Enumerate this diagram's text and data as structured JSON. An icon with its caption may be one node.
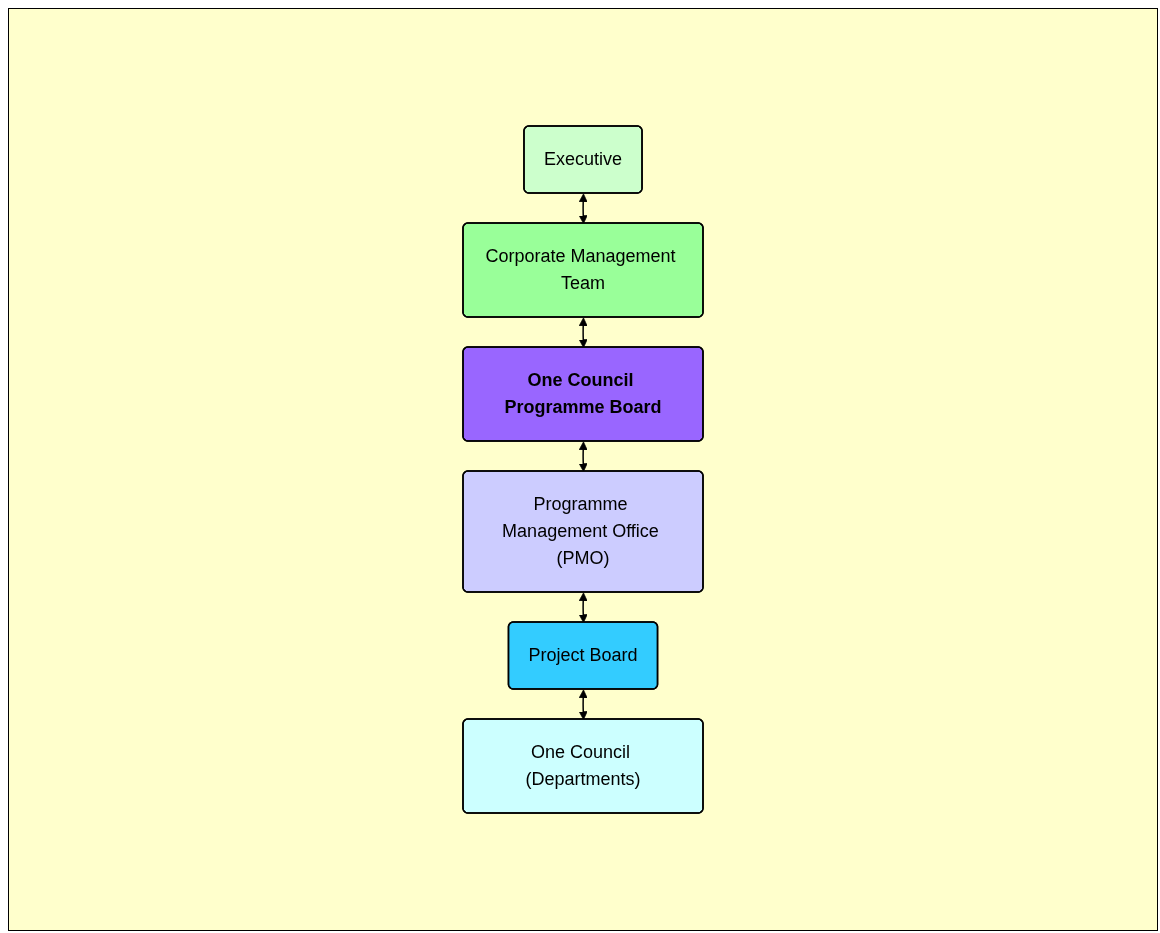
{
  "diagram": {
    "nodes": [
      {
        "text": [
          "Executive"
        ]
      },
      {
        "text": [
          "Corporate Management Team"
        ]
      },
      {
        "text": [
          "One Council Programme Board"
        ]
      },
      {
        "text": [
          "Programme Management Office (PMO)"
        ]
      },
      {
        "text": [
          "Project Board"
        ]
      },
      {
        "text": [
          "One Council (Departments)"
        ]
      }
    ],
    "edges": [
      {
        "from": 0,
        "to": 1,
        "arrow": "both"
      },
      {
        "from": 1,
        "to": 2,
        "arrow": "both"
      },
      {
        "from": 2,
        "to": 3,
        "arrow": "both"
      },
      {
        "from": 3,
        "to": 4,
        "arrow": "both"
      },
      {
        "from": 4,
        "to": 5,
        "arrow": "both"
      }
    ]
  }
}
